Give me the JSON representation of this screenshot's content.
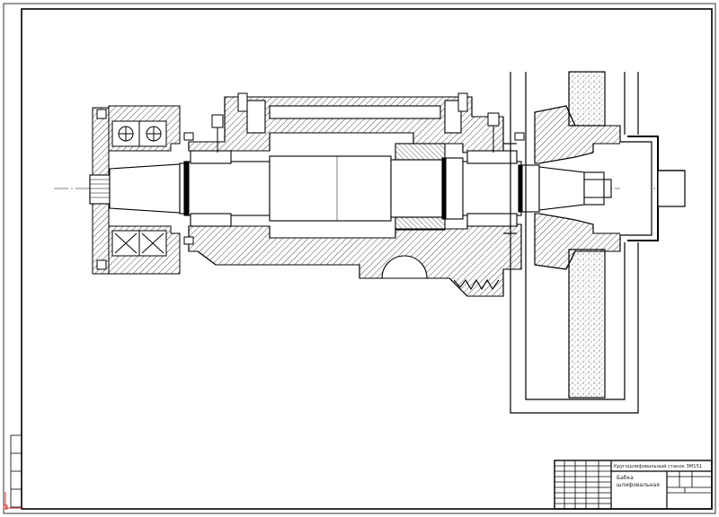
{
  "title_block": {
    "main_title": "Кругошлифовальный станок 3М151",
    "sub_line_1": "Бабка",
    "sub_line_2": "шлифовальная"
  }
}
